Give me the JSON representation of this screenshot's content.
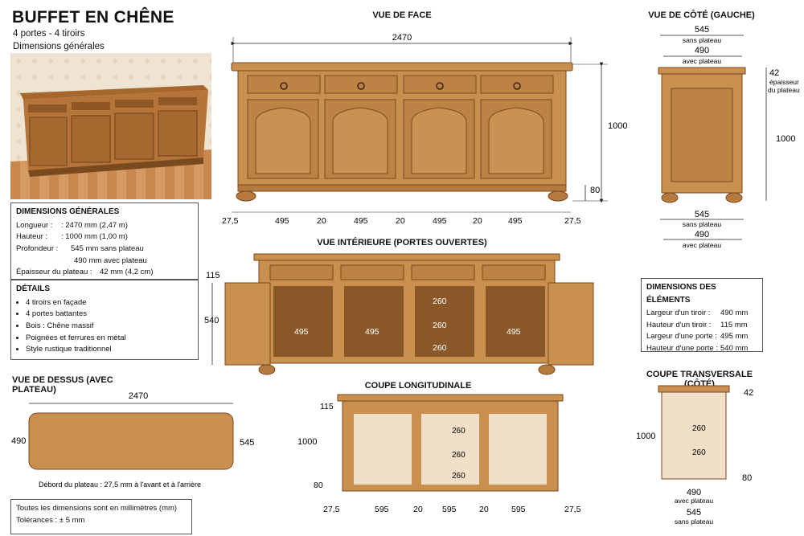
{
  "header": {
    "title": "BUFFET EN CHÊNE",
    "subtitle": "4 portes - 4 tiroirs",
    "subtitle2": "Dimensions générales"
  },
  "sections": {
    "front": "VUE DE FACE",
    "side": "VUE DE CÔTÉ (GAUCHE)",
    "interior": "VUE INTÉRIEURE (PORTES OUVERTES)",
    "top": "VUE DE DESSUS (AVEC PLATEAU)",
    "longitudinal": "COUPE LONGITUDINALE",
    "transversal": "COUPE TRANSVERSALE (CÔTÉ)"
  },
  "general_dimensions": {
    "title": "DIMENSIONS GÉNÉRALES",
    "length_label": "Longueur :",
    "length_value": ": 2470 mm (2,47 m)",
    "height_label": "Hauteur :",
    "height_value": ": 1000 mm (1,00 m)",
    "depth_label": "Profondeur :",
    "depth_value1": "545 mm sans plateau",
    "depth_value2": "490 mm avec plateau",
    "thickness_label": "Épaisseur du plateau :",
    "thickness_value": "42 mm (4,2 cm)"
  },
  "details": {
    "title": "DÉTAILS",
    "items": [
      "4 tiroirs en façade",
      "4 portes battantes",
      "Bois : Chêne massif",
      "Poignées et ferrures en métal",
      "Style rustique traditionnel"
    ]
  },
  "element_dimensions": {
    "title": "DIMENSIONS DES ÉLÉMENTS",
    "rows": [
      {
        "label": "Largeur d'un tiroir :",
        "value": "490 mm"
      },
      {
        "label": "Hauteur d'un tiroir :",
        "value": "115 mm"
      },
      {
        "label": "Largeur d'une porte :",
        "value": "495 mm"
      },
      {
        "label": "Hauteur d'une porte :",
        "value": "540 mm"
      }
    ]
  },
  "notes": {
    "line1": "Toutes les dimensions sont en millimètres (mm)",
    "line2": "Tolérances :  ± 5 mm"
  },
  "front_dims": {
    "total": "2470",
    "height": "1000",
    "foot": "80",
    "edge": "27,5",
    "door": "495",
    "gap": "20"
  },
  "side_dims": {
    "w545": "545",
    "w490": "490",
    "sans_plateau": "sans plateau",
    "avec_plateau": "avec plateau",
    "plateau": "42",
    "plateau_note1": "épaisseur",
    "plateau_note2": "du plateau",
    "height": "1000"
  },
  "interior_dims": {
    "drawer_h": "115",
    "door_h": "540",
    "shelf": "260",
    "inner_w": "495"
  },
  "top_dims": {
    "total": "2470",
    "depth_left": "490",
    "depth_right": "545",
    "overhang_note": "Débord du plateau :  27,5 mm à l'avant et à l'arrière"
  },
  "long_dims": {
    "drawer_h": "115",
    "height": "1000",
    "foot": "80",
    "shelf": "260",
    "edge": "27,5",
    "comp": "595",
    "gap": "20"
  },
  "trans_dims": {
    "plateau": "42",
    "height": "1000",
    "shelf": "260",
    "foot": "80",
    "w490": "490",
    "w545": "545",
    "avec_plateau": "avec plateau",
    "sans_plateau": "sans plateau"
  },
  "colors": {
    "wood": "#c98f4e",
    "wood_dark": "#7a4a1f",
    "wood_light": "#ddb27a",
    "interior": "#f1dfc8",
    "wall": "#efe3d1",
    "floor": "#d59a62"
  }
}
